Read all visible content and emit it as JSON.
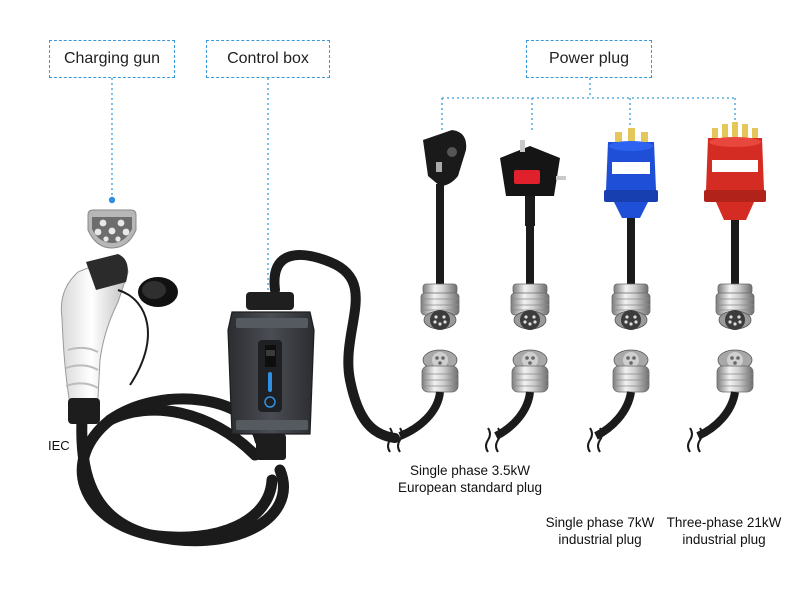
{
  "callouts": {
    "charging_gun": "Charging gun",
    "control_box": "Control box",
    "power_plug": "Power plug"
  },
  "labels": {
    "iec": "IEC",
    "eu_line1": "Single phase 3.5kW",
    "eu_line2": "European standard plug",
    "single7_line1": "Single phase 7kW",
    "single7_line2": "industrial plug",
    "three21_line1": "Three-phase 21kW",
    "three21_line2": "industrial plug"
  },
  "colors": {
    "callout_border": "#3a9ad9",
    "cable": "#1b1b1b",
    "control_box": "#3b3e43",
    "indicator": "#2f8fe0",
    "blue_plug": "#1f4fd6",
    "red_plug": "#d42b22",
    "uk_switch": "#e0202a"
  }
}
